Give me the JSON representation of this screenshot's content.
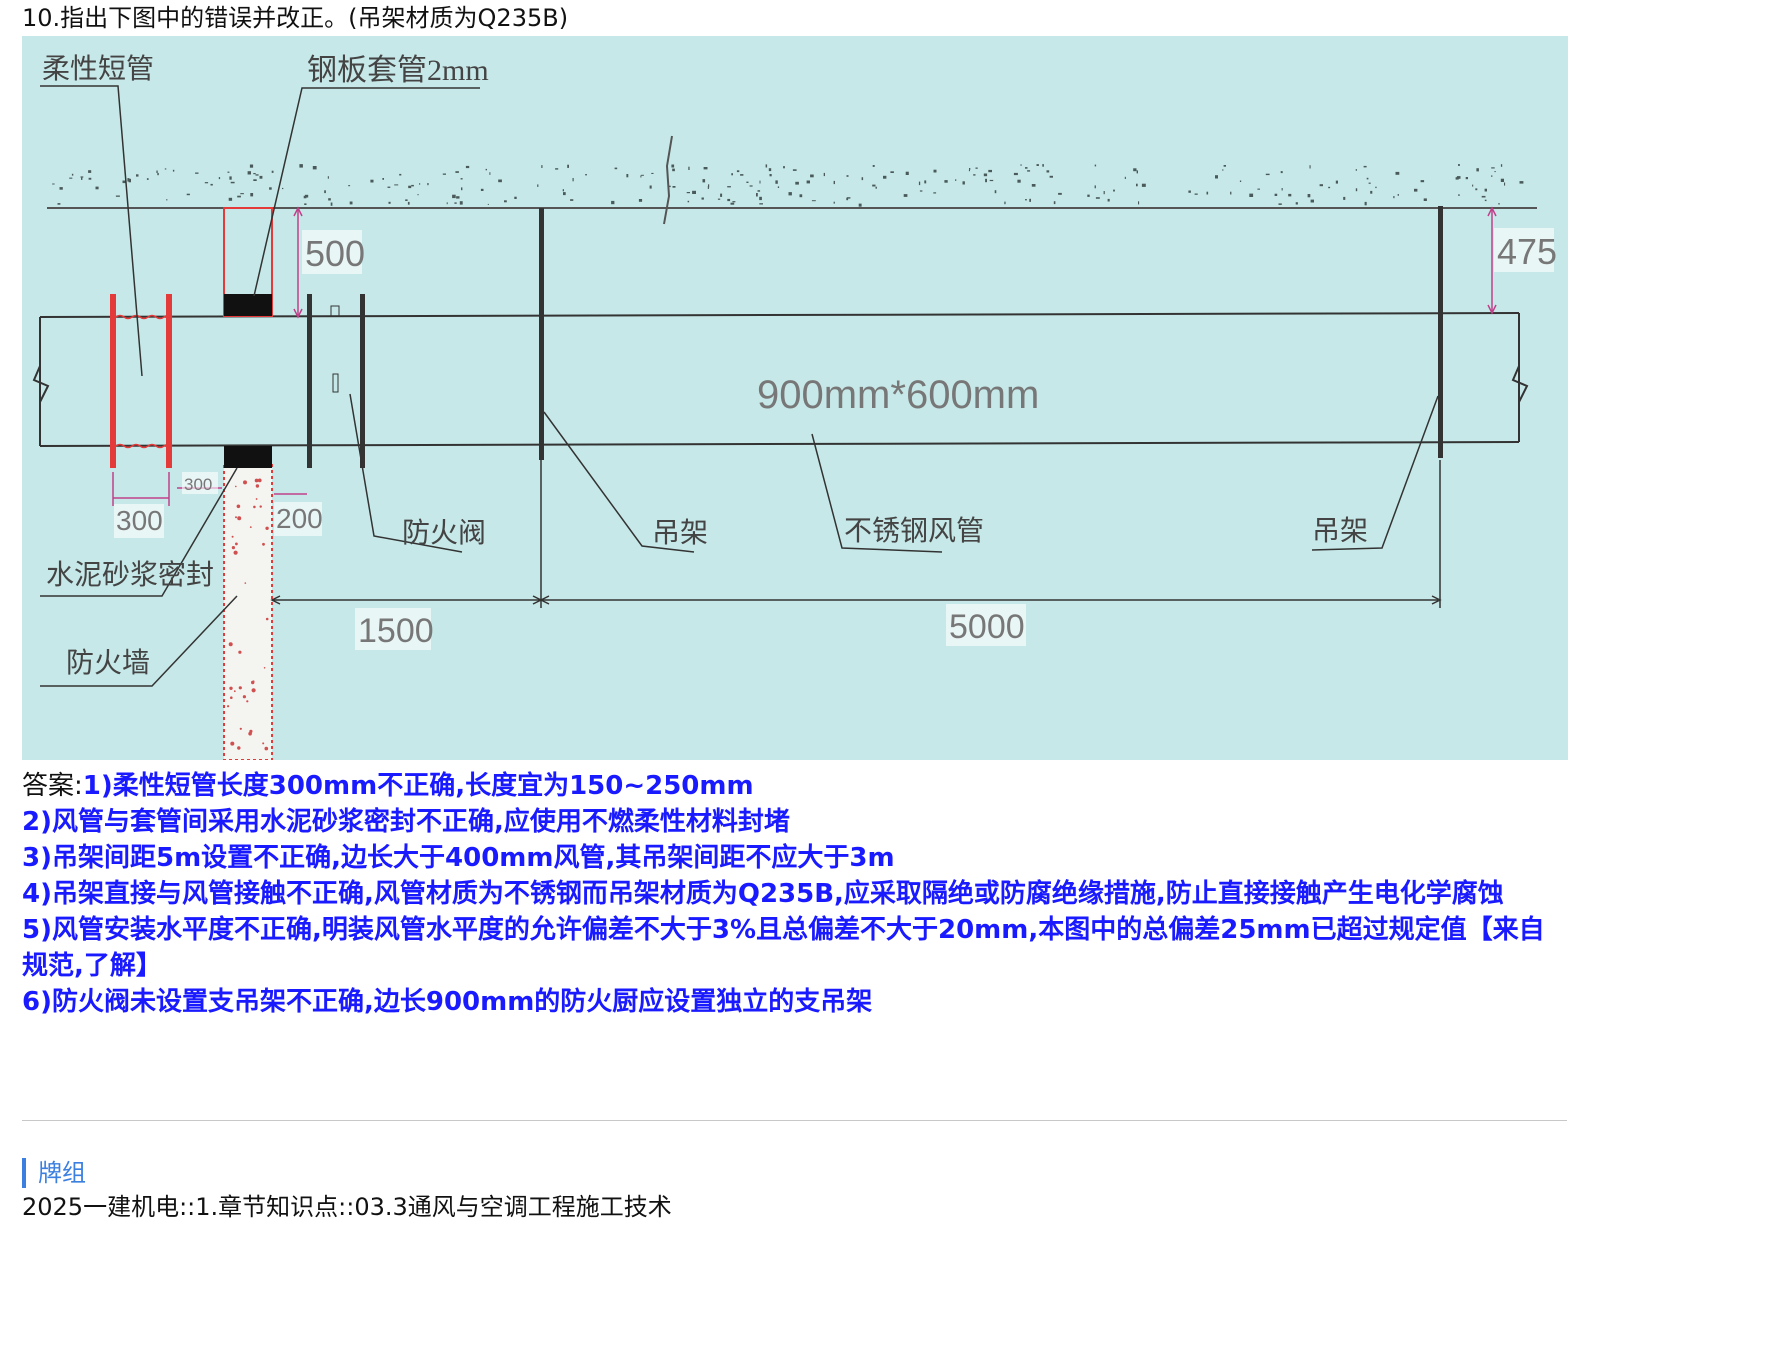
{
  "question": "10.指出下图中的错误并改正。(吊架材质为Q235B)",
  "figure": {
    "labels": {
      "flexible_pipe": "柔性短管",
      "steel_sleeve": "钢板套管2mm",
      "cement_seal": "水泥砂浆密封",
      "fire_wall": "防火墙",
      "fire_damper": "防火阀",
      "hanger_left": "吊架",
      "stainless_duct": "不锈钢风管",
      "hanger_right": "吊架"
    },
    "dimensions": {
      "d500": "500",
      "d475": "475",
      "d300_top": "300",
      "d300_bottom": "300",
      "d200": "200",
      "d1500": "1500",
      "d5000": "5000",
      "duct_size": "900mm*600mm"
    }
  },
  "answer": {
    "prefix": "答案:",
    "items": [
      "1)柔性短管长度300mm不正确,长度宜为150~250mm",
      "2)风管与套管间采用水泥砂浆密封不正确,应使用不燃柔性材料封堵",
      "3)吊架间距5m设置不正确,边长大于400mm风管,其吊架间距不应大于3m",
      "4)吊架直接与风管接触不正确,风管材质为不锈钢而吊架材质为Q235B,应采取隔绝或防腐绝缘措施,防止直接接触产生电化学腐蚀",
      "5)风管安装水平度不正确,明装风管水平度的允许偏差不大于3%且总偏差不大于20mm,本图中的总偏差25mm已超过规定值【来自规范,了解】",
      "6)防火阀未设置支吊架不正确,边长900mm的防火厨应设置独立的支吊架"
    ]
  },
  "deck": {
    "label": "牌组",
    "path": "2025一建机电::1.章节知识点::03.3通风与空调工程施工技术"
  },
  "colors": {
    "figure_bg": "#c7e8e8",
    "flex_red": "#e53a3a",
    "answer_blue": "#1a1aff",
    "accent": "#3b7fe0",
    "dim_magenta": "#c0408a"
  }
}
